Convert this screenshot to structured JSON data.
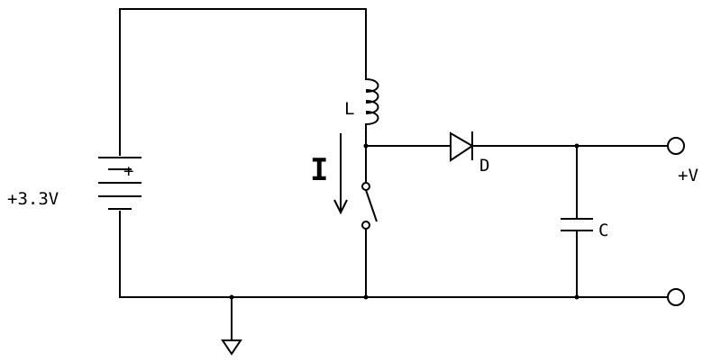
{
  "diagram": {
    "labels": {
      "supply": "+3.3V",
      "battery_plus": "+",
      "inductor": "L",
      "current": "I",
      "diode": "D",
      "capacitor": "C",
      "output": "+V"
    }
  }
}
